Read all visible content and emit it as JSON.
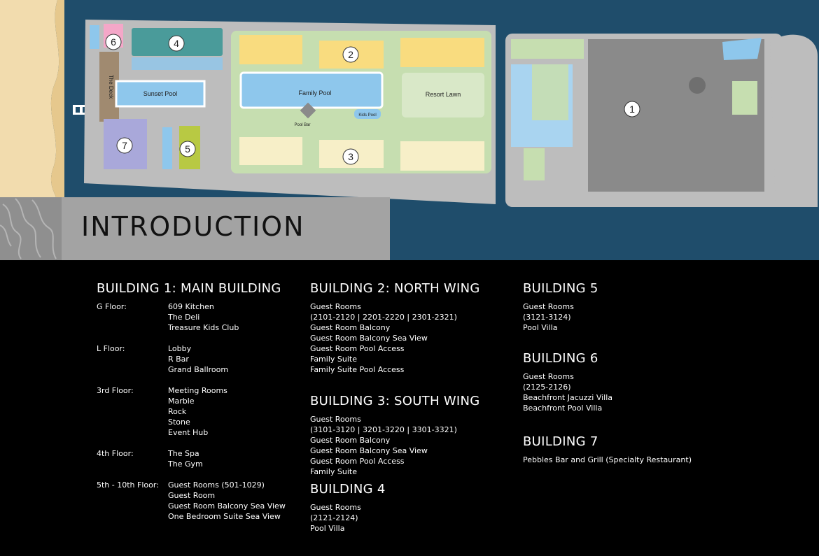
{
  "map": {
    "markers": [
      "1",
      "2",
      "3",
      "4",
      "5",
      "6",
      "7"
    ],
    "labels": {
      "the_deck": "The Deck",
      "sunset_pool": "Sunset Pool",
      "family_pool": "Family Pool",
      "pool_bar": "Pool Bar",
      "kids_pool": "Kids Pool",
      "resort_lawn": "Resort Lawn"
    },
    "colors": {
      "sea": "#1f4d6b",
      "beach": "#f2dcae",
      "path": "#bdbdbd",
      "lawn": "#c6deb0",
      "pool": "#8ec7ec",
      "wing": "#f9dc7f",
      "main_building": "#8a8a8a",
      "building4": "#4a9b9a",
      "building5": "#b8c943",
      "building6": "#f4a7c8",
      "building7": "#a9a8da"
    }
  },
  "intro": {
    "title": "INTRODUCTION"
  },
  "building1": {
    "title": "BUILDING 1: MAIN BUILDING",
    "floors": [
      {
        "name": "G Floor:",
        "items": [
          "609 Kitchen",
          "The Deli",
          "Treasure Kids Club"
        ]
      },
      {
        "name": "L Floor:",
        "items": [
          "Lobby",
          "R Bar",
          "Grand Ballroom"
        ]
      },
      {
        "name": "3rd Floor:",
        "items": [
          "Meeting Rooms",
          "Marble",
          "Rock",
          "Stone",
          "Event Hub"
        ]
      },
      {
        "name": "4th Floor:",
        "items": [
          "The Spa",
          "The Gym"
        ]
      },
      {
        "name": "5th - 10th Floor:",
        "items": [
          "Guest Rooms (501-1029)",
          "Guest Room",
          "Guest Room Balcony Sea View",
          "One Bedroom Suite Sea View"
        ]
      }
    ]
  },
  "building2": {
    "title": "BUILDING 2: NORTH WING",
    "items": [
      "Guest Rooms",
      "(2101-2120 | 2201-2220 | 2301-2321)",
      "Guest Room Balcony",
      "Guest Room Balcony Sea View",
      "Guest Room Pool Access",
      "Family Suite",
      "Family Suite Pool Access"
    ]
  },
  "building3": {
    "title": "BUILDING 3: SOUTH WING",
    "items": [
      "Guest Rooms",
      "(3101-3120 | 3201-3220 | 3301-3321)",
      "Guest Room Balcony",
      "Guest Room Balcony Sea View",
      "Guest Room Pool Access",
      "Family Suite"
    ]
  },
  "building4": {
    "title": "BUILDING 4",
    "items": [
      "Guest Rooms",
      "(2121-2124)",
      "Pool Villa"
    ]
  },
  "building5": {
    "title": "BUILDING 5",
    "items": [
      "Guest Rooms",
      "(3121-3124)",
      "Pool Villa"
    ]
  },
  "building6": {
    "title": "BUILDING 6",
    "items": [
      "Guest Rooms",
      "(2125-2126)",
      "Beachfront Jacuzzi Villa",
      "Beachfront Pool Villa"
    ]
  },
  "building7": {
    "title": "BUILDING 7",
    "items": [
      "Pebbles Bar and Grill (Specialty Restaurant)"
    ]
  }
}
